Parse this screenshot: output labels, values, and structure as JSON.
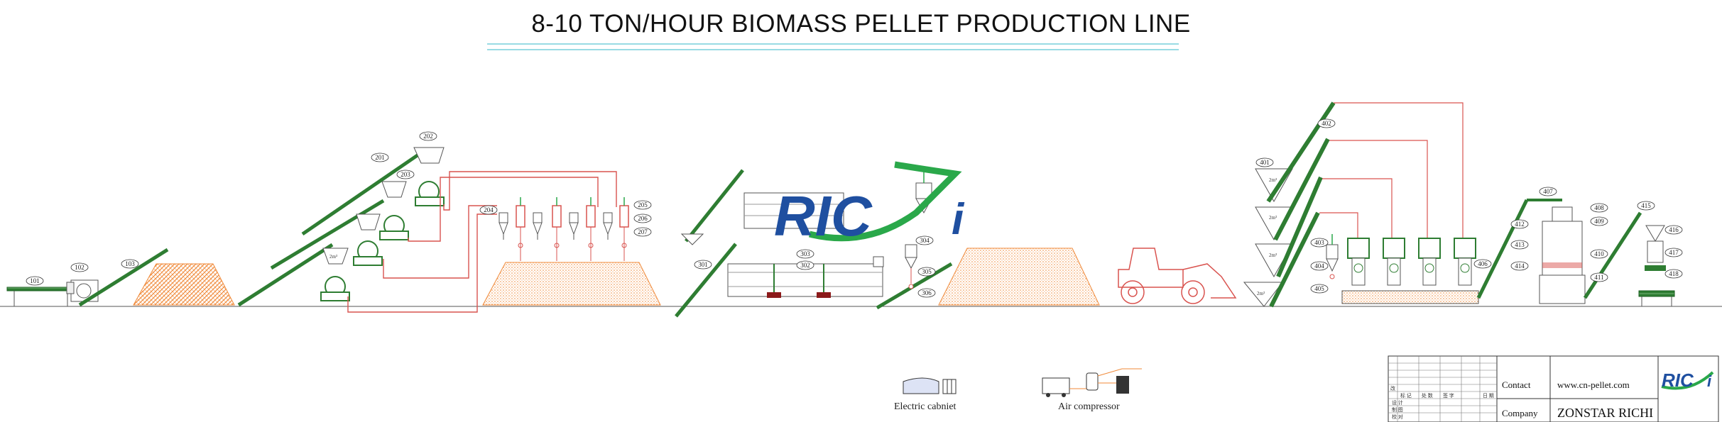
{
  "title": "8-10 TON/HOUR BIOMASS PELLET PRODUCTION LINE",
  "logo": {
    "text_main": "RIC",
    "text_tail": "i",
    "colors": {
      "blue": "#1f4fa0",
      "green": "#2aa84a"
    }
  },
  "callouts": {
    "c101": "101",
    "c102": "102",
    "c103": "103",
    "c201": "201",
    "c202": "202",
    "c203": "203",
    "c204": "204",
    "c205": "205",
    "c206": "206",
    "c207": "207",
    "c301": "301",
    "c302": "302",
    "c303": "303",
    "c304": "304",
    "c305": "305",
    "c306": "306",
    "c401": "401",
    "c402": "402",
    "c403": "403",
    "c404": "404",
    "c405": "405",
    "c406": "406",
    "c407": "407",
    "c408": "408",
    "c409": "409",
    "c410": "410",
    "c411": "411",
    "c412": "412",
    "c413": "413",
    "c414": "414",
    "c415": "415",
    "c416": "416",
    "c417": "417",
    "c418": "418"
  },
  "bin_capacity": "2m³",
  "legend": {
    "electric": "Electric cabniet",
    "air": "Air compressor"
  },
  "title_block": {
    "contact_label": "Contact",
    "contact_value": "www.cn-pellet.com",
    "company_label": "Company",
    "company_value": "ZONSTAR RICHI",
    "small_labels": [
      "改",
      "标 记",
      "处 数",
      "签 字",
      "日 期",
      "设 计",
      "制 图",
      "校 对"
    ]
  },
  "colors": {
    "belt": "#2e7d32",
    "pile": "#f08a3a",
    "pipe": "#d9534f",
    "line": "#555555"
  }
}
